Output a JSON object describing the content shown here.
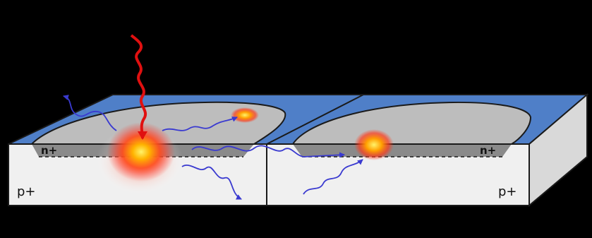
{
  "labels": {
    "left_implant": "n+",
    "right_implant": "n+",
    "left_substrate": "p+",
    "right_substrate": "p+"
  },
  "colors": {
    "background": "#000000",
    "surface_oxide": "#4f7fc8",
    "implant_top": "#bdbdbd",
    "implant_side": "#8a8a8a",
    "substrate_front": "#f0f0f0",
    "substrate_side": "#d9d9d9",
    "incident_photon": "#e01010",
    "emitted_photon": "#3a3ad0",
    "hotspot": "#ffb000"
  },
  "icons": {
    "incident_photon": "wavy-arrow-red",
    "emitted_photon": "wavy-arrow-blue",
    "hotspot": "radial-glow"
  }
}
